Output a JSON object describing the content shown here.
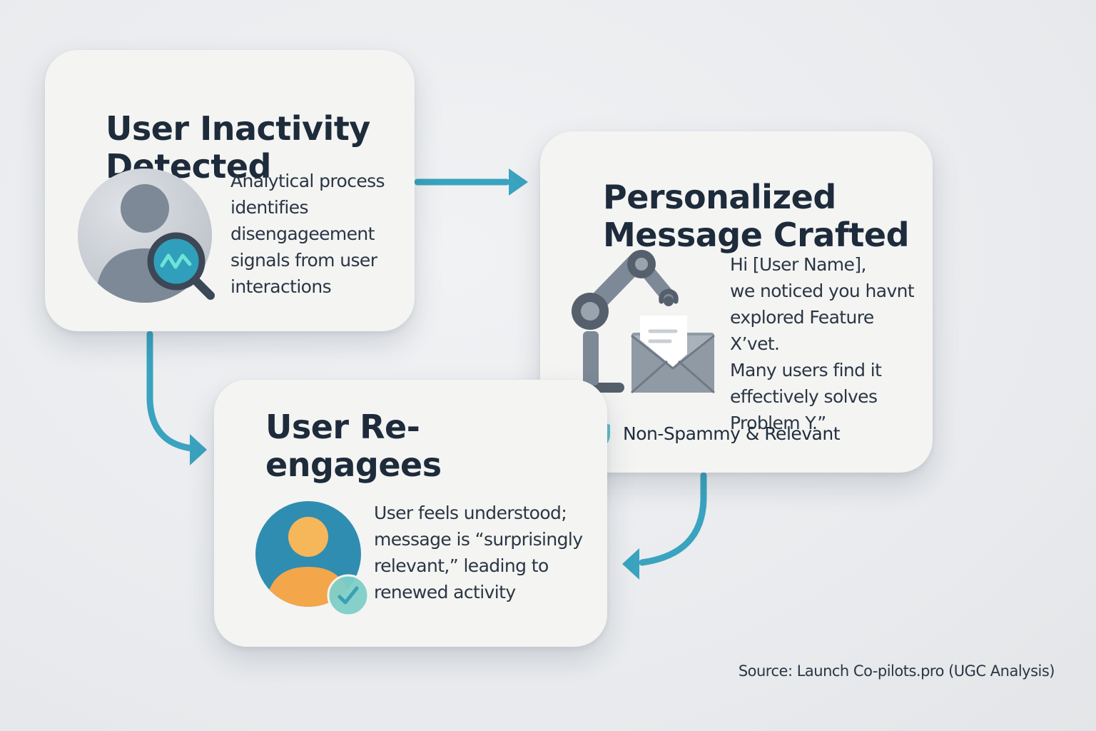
{
  "colors": {
    "accent": "#3aa3bf",
    "card_background": "#f4f4f3",
    "title_text": "#1d2b3b",
    "icon_gray": "#7d8996"
  },
  "steps": [
    {
      "title": "User Inactivity Detected",
      "description": "Analytical process\nidentifies\ndisengageement\nsignals from user\ninteractions",
      "icon": "user-search-icon"
    },
    {
      "title": "Personalized Message Crafted",
      "description": "Hi [User Name],\nwe noticed you havnt\nexplored Feature X’vet.\nMany users find it\neffectively solves\nProblem Y.”",
      "icon": "robot-arm-envelope-icon",
      "badge": {
        "label": "Non-Spammy & Relevant",
        "icon": "shield-check-icon"
      }
    },
    {
      "title": "User Re-engagees",
      "description": "User feels understood;\nmessage is “surprisingly\nrelevant,” leading to\nrenewed activity",
      "icon": "user-check-icon"
    }
  ],
  "source": "Source: Launch Co-pilots.pro (UGC Analysis)"
}
